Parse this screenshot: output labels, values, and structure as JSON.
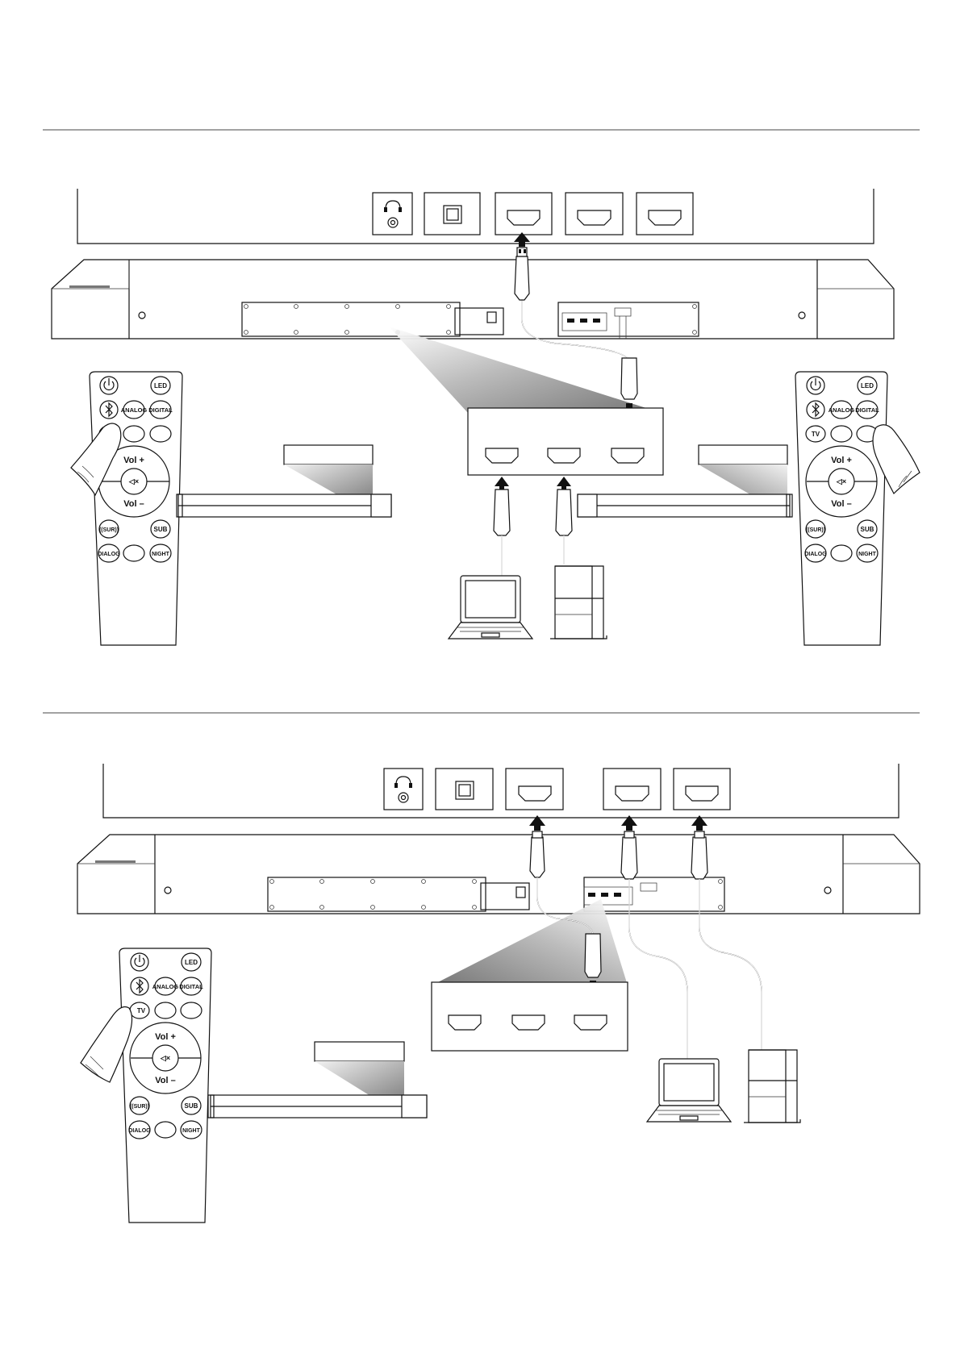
{
  "remote_buttons": {
    "led": "LED",
    "analog": "ANALOG",
    "digital": "DIGITAL",
    "tv": "TV",
    "vol_up": "Vol +",
    "vol_down": "Vol –",
    "surr": "((SUR))",
    "sub": "SUB",
    "dialog": "DIALOG",
    "night": "NIGHT"
  },
  "icons": {
    "power": "power-icon",
    "bluetooth": "bluetooth-icon",
    "mute": "mute-icon",
    "headphone": "headphone-jack-icon",
    "optical": "optical-port-icon",
    "hdmi": "hdmi-port-icon",
    "laptop": "laptop-icon",
    "console": "game-console-icon",
    "hand": "hand-icon",
    "arrow": "arrow-icon"
  }
}
